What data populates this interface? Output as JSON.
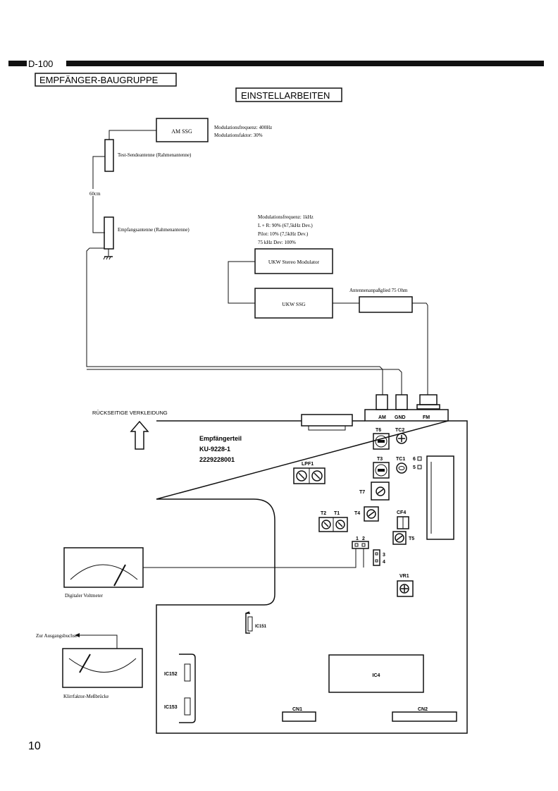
{
  "header": {
    "model": "D-100",
    "section_title": "EMPFÄNGER-BAUGRUPPE",
    "subsection_title": "EINSTELLARBEITEN"
  },
  "am_setup": {
    "generator_label": "AM SSG",
    "modulation_notes": [
      "Modulationsfrequenz: 400Hz",
      "Modulationsfaktor: 30%"
    ],
    "test_antenna_label": "Test-Sendeantenne (Rahmenantenne)",
    "distance_label": "60cm",
    "receive_antenna_label": "Empfangsantenne (Rahmenantenne)"
  },
  "fm_setup": {
    "modulation_notes": [
      "Modulationsfrequenz: 1kHz",
      "L + R: 90% (67,5kHz Dev.)",
      "Pilot: 10% (7,5kHz Dev.)",
      "75 kHz Dev: 100%"
    ],
    "stereo_modulator_label": "UKW Stereo Modulator",
    "ssg_label": "UKW SSG",
    "matching_network_label": "Antennenanpaßglied 75 Ohm"
  },
  "connectors": {
    "am": "AM",
    "gnd": "GND",
    "fm": "FM"
  },
  "rear_panel_label": "RÜCKSEITIGE VERKLEIDUNG",
  "board": {
    "name": "Empfängerteil",
    "part": "KU-9228-1",
    "number": "2229228001"
  },
  "components": {
    "t6": "T6",
    "tc2": "TC2",
    "t3": "T3",
    "tc1": "TC1",
    "pin6": "6",
    "pin5": "5",
    "t7": "T7",
    "t4": "T4",
    "lpf1": "LPF1",
    "t2": "T2",
    "t1": "T1",
    "cf4": "CF4",
    "t5": "T5",
    "pin1": "1",
    "pin2": "2",
    "pin3": "3",
    "pin4": "4",
    "vr1": "VR1",
    "ic151": "IC151",
    "ic152": "IC152",
    "ic153": "IC153",
    "ic4": "IC4",
    "cn1": "CN1",
    "cn2": "CN2"
  },
  "instruments": {
    "voltmeter_label": "Digitaler Voltmeter",
    "output_jack_label": "Zur Ausgangsbuchse",
    "distortion_meter_label": "Klirrfaktor-Meßbrücke"
  },
  "page_number": "10"
}
